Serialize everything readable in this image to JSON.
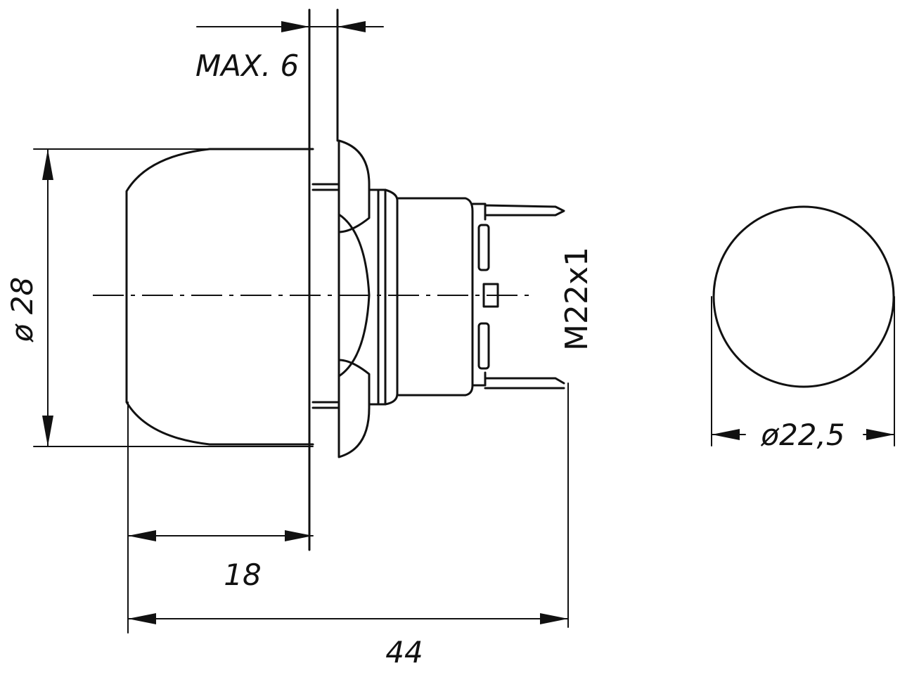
{
  "dimensions": {
    "max_thickness": "MAX. 6",
    "cap_diameter": "ø 28",
    "thread": "M22x1",
    "cap_depth": "18",
    "overall_length": "44",
    "mounting_diameter": "ø22,5"
  }
}
